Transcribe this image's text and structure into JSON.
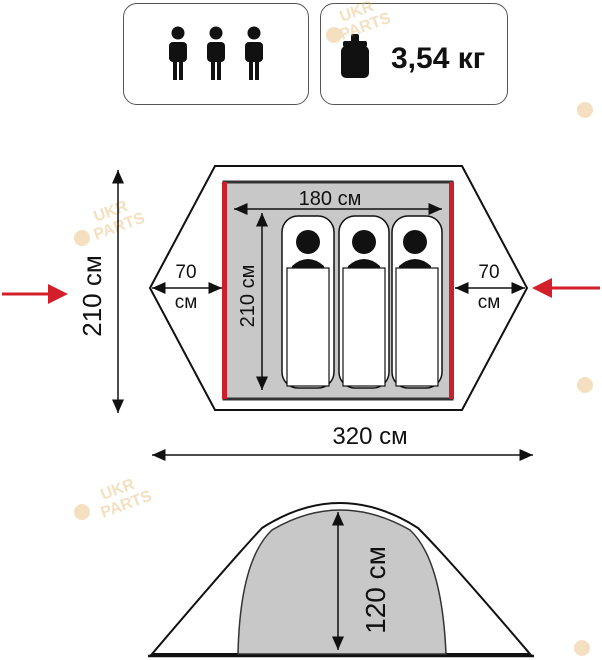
{
  "capacity": {
    "people_count": 3
  },
  "weight": {
    "value": "3,54 кг"
  },
  "floor_plan": {
    "total_depth": "210 см",
    "inner_length": "180 см",
    "inner_width": "210 см",
    "vestibule_left": {
      "value": "70",
      "unit": "см"
    },
    "vestibule_right": {
      "value": "70",
      "unit": "см"
    },
    "total_length": "320 см",
    "sleeping_places": 3
  },
  "side_view": {
    "height": "120 см"
  },
  "watermark": {
    "text_line1": "UKR",
    "text_line2": "PARTS"
  },
  "colors": {
    "inner_border": "#cc1f2b",
    "arrow": "#d21f2a",
    "floor_fill": "#c8c8c8",
    "outline": "#111111"
  }
}
